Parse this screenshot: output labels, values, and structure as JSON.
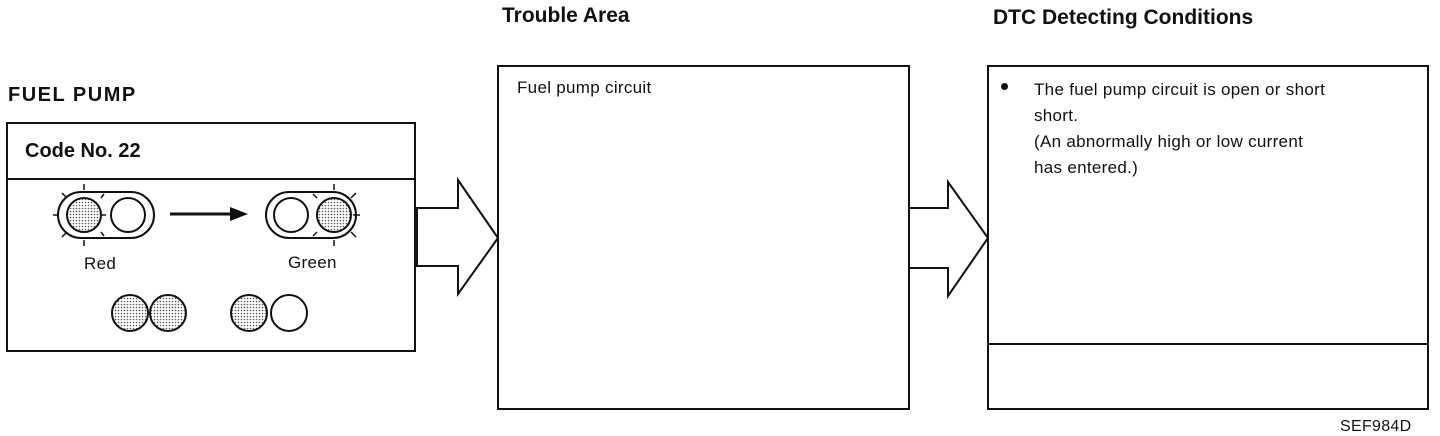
{
  "section_title": "FUEL PUMP",
  "code_box": {
    "code_label": "Code No. 22",
    "lamp_left_label": "Red",
    "lamp_right_label": "Green"
  },
  "trouble_area": {
    "heading": "Trouble Area",
    "content": "Fuel pump circuit"
  },
  "dtc_conditions": {
    "heading": "DTC Detecting Conditions",
    "line1": "The fuel pump circuit is open or short",
    "line2": "short.",
    "line3": "(An abnormally high or low current",
    "line4": "has entered.)"
  },
  "figure_id": "SEF984D"
}
